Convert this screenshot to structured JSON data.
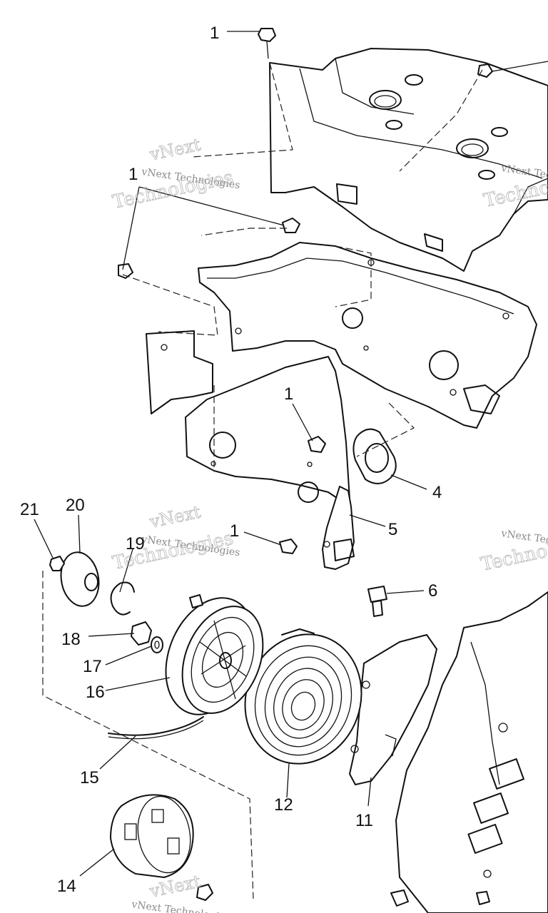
{
  "callouts": [
    {
      "id": "c1a",
      "text": "1"
    },
    {
      "id": "c1b",
      "text": "1"
    },
    {
      "id": "c1c",
      "text": "1"
    },
    {
      "id": "c1d",
      "text": "1"
    },
    {
      "id": "c4",
      "text": "4"
    },
    {
      "id": "c5",
      "text": "5"
    },
    {
      "id": "c6",
      "text": "6"
    },
    {
      "id": "c11",
      "text": "11"
    },
    {
      "id": "c12",
      "text": "12"
    },
    {
      "id": "c14",
      "text": "14"
    },
    {
      "id": "c15",
      "text": "15"
    },
    {
      "id": "c16",
      "text": "16"
    },
    {
      "id": "c17",
      "text": "17"
    },
    {
      "id": "c18",
      "text": "18"
    },
    {
      "id": "c19",
      "text": "19"
    },
    {
      "id": "c20",
      "text": "20"
    },
    {
      "id": "c21",
      "text": "21"
    }
  ],
  "watermark": {
    "brand": "vNext",
    "line": "vNext Technologies",
    "word": "Technologies"
  }
}
